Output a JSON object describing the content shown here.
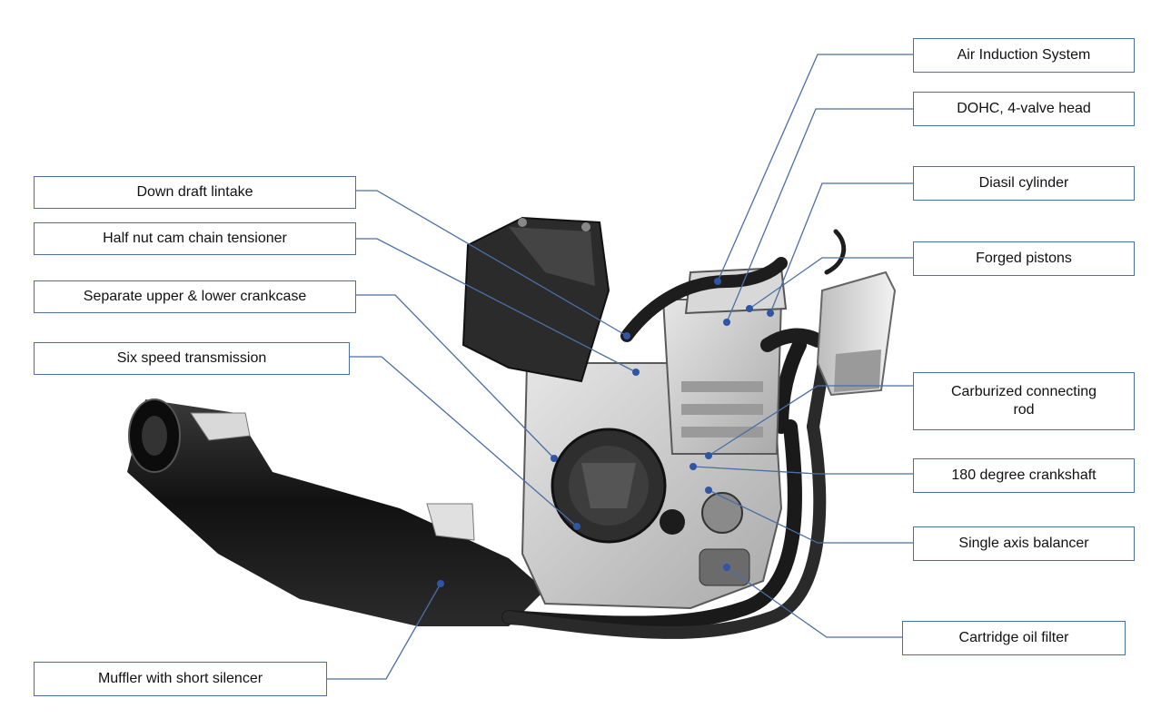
{
  "colors": {
    "leader_line": "#4a6fa5",
    "callout_border": "#4a6fa5",
    "engine_dark": "#1e1e1e",
    "engine_mid": "#6e6e6e",
    "engine_light": "#cfcfcf"
  },
  "labels": {
    "air_induction": "Air Induction System",
    "dohc_head": "DOHC,  4-valve head",
    "diasil_cylinder": "Diasil cylinder",
    "forged_pistons": "Forged pistons",
    "down_draft_intake": "Down draft lintake",
    "half_nut_tensioner": "Half nut cam chain tensioner",
    "separate_crankcase": "Separate upper & lower crankcase",
    "six_speed": "Six speed transmission",
    "carburized_rod": "Carburized  connecting\nrod",
    "crankshaft_180": "180 degree  crankshaft",
    "single_axis_balancer": "Single axis balancer",
    "cartridge_oil_filter": "Cartridge oil filter",
    "muffler": "Muffler with short silencer"
  }
}
